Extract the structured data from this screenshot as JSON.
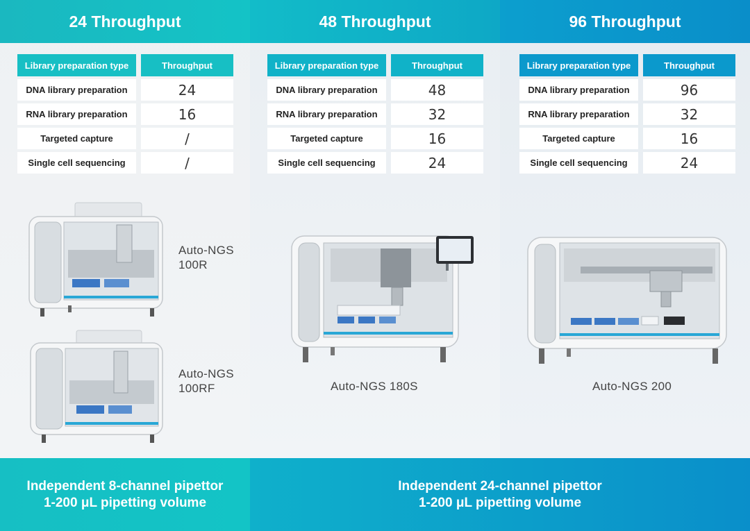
{
  "columns": [
    {
      "title": "24 Throughput",
      "table": {
        "headers": [
          "Library preparation type",
          "Throughput"
        ],
        "rows": [
          {
            "type": "DNA library preparation",
            "value": "24"
          },
          {
            "type": "RNA library preparation",
            "value": "16"
          },
          {
            "type": "Targeted capture",
            "value": "/"
          },
          {
            "type": "Single cell sequencing",
            "value": "/"
          }
        ]
      },
      "models": [
        {
          "line1": "Auto-NGS",
          "line2": "100R"
        },
        {
          "line1": "Auto-NGS",
          "line2": "100RF"
        }
      ]
    },
    {
      "title": "48 Throughput",
      "table": {
        "headers": [
          "Library preparation type",
          "Throughput"
        ],
        "rows": [
          {
            "type": "DNA library preparation",
            "value": "48"
          },
          {
            "type": "RNA library preparation",
            "value": "32"
          },
          {
            "type": "Targeted capture",
            "value": "16"
          },
          {
            "type": "Single cell sequencing",
            "value": "24"
          }
        ]
      },
      "models": [
        {
          "line1": "Auto-NGS 180S"
        }
      ]
    },
    {
      "title": "96 Throughput",
      "table": {
        "headers": [
          "Library preparation type",
          "Throughput"
        ],
        "rows": [
          {
            "type": "DNA library preparation",
            "value": "96"
          },
          {
            "type": "RNA library preparation",
            "value": "32"
          },
          {
            "type": "Targeted capture",
            "value": "16"
          },
          {
            "type": "Single cell sequencing",
            "value": "24"
          }
        ]
      },
      "models": [
        {
          "line1": "Auto-NGS 200"
        }
      ]
    }
  ],
  "footers": [
    {
      "line1": "Independent 8-channel pipettor",
      "line2": "1-200 μL pipetting volume"
    },
    {
      "line1": "Independent 24-channel pipettor",
      "line2": "1-200 μL pipetting volume"
    }
  ],
  "colors": {
    "teal": "#17bfc4",
    "cyan": "#10b2c8",
    "blue": "#0b99cc",
    "accent_stripe": "#29a7d6"
  }
}
